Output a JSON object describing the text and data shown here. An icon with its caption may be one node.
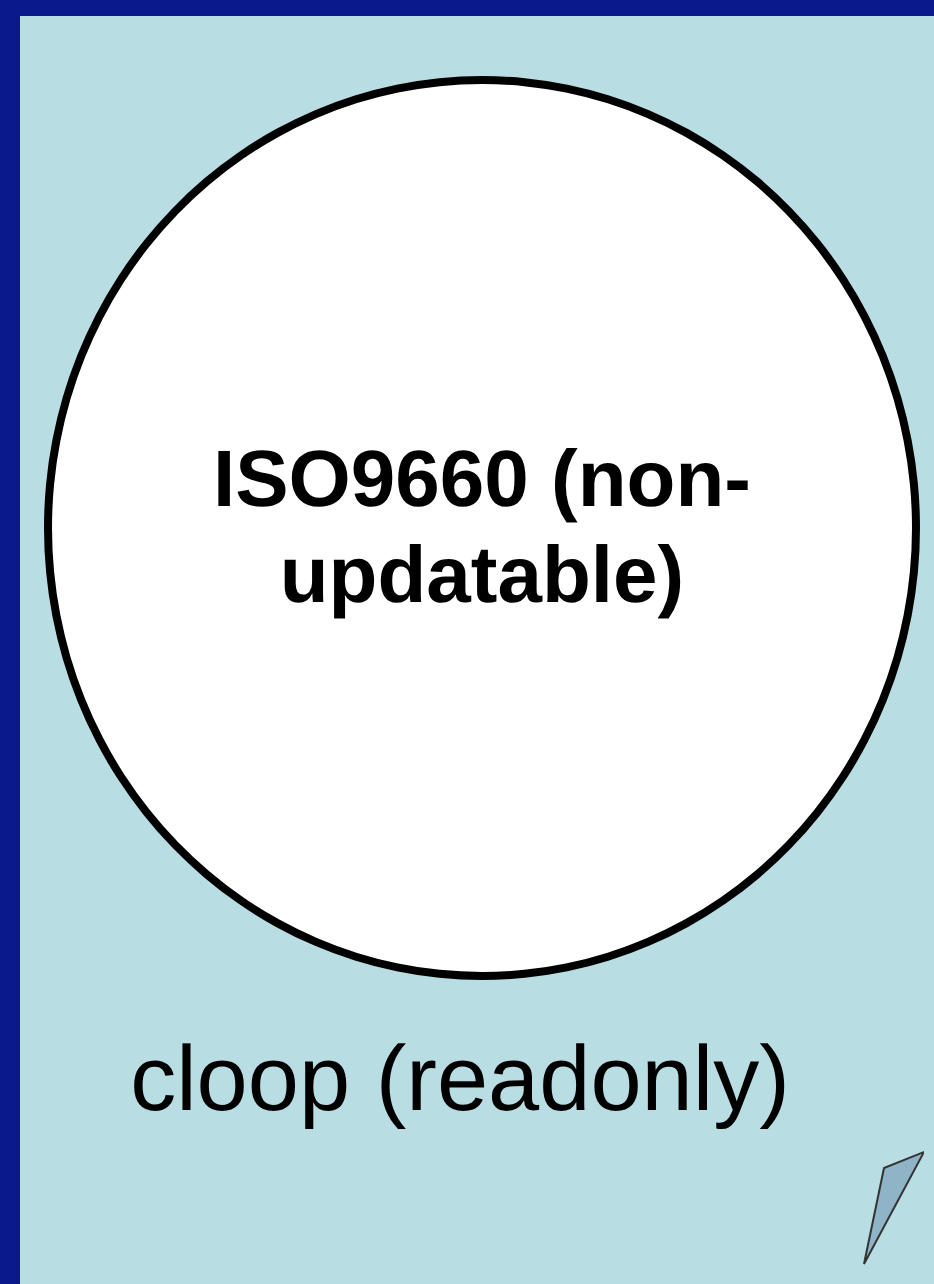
{
  "diagram": {
    "nodes": [
      {
        "text": [
          "cloop (readonly)"
        ]
      },
      {
        "text": [
          "ISO9660 (non-updatable)"
        ],
        "in": 0
      }
    ]
  }
}
